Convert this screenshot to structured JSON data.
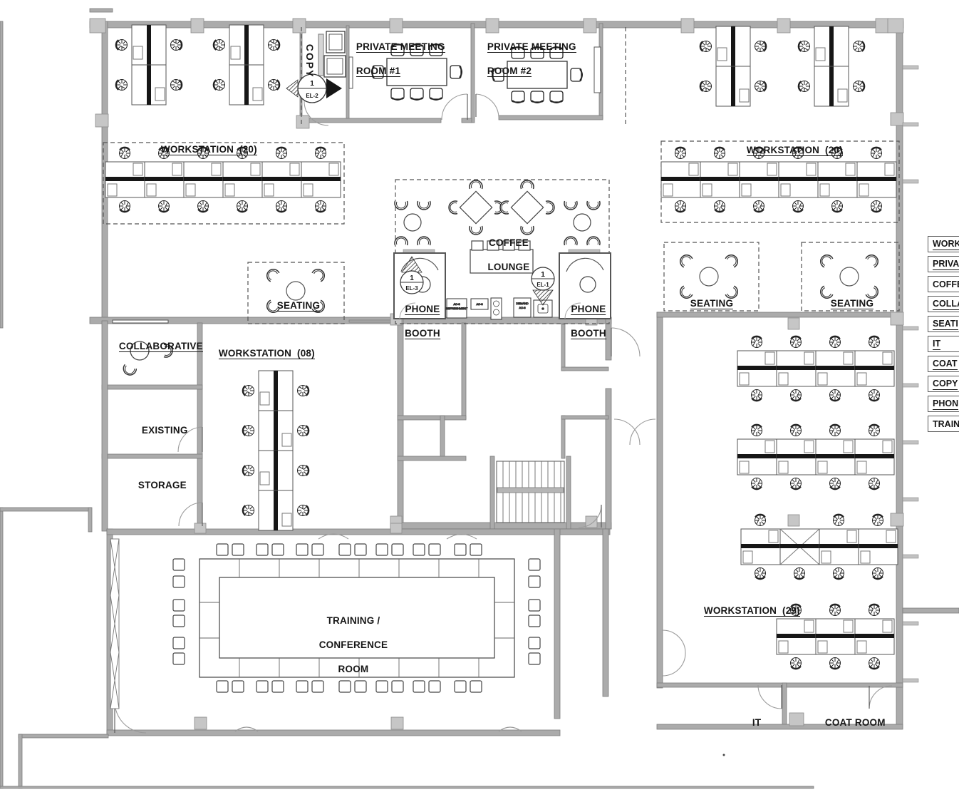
{
  "rooms": {
    "private_meeting_1": {
      "line1": "PRIVATE MEETING",
      "line2": "ROOM #1"
    },
    "private_meeting_2": {
      "line1": "PRIVATE MEETING",
      "line2": "ROOM #2"
    },
    "copy": "COPY",
    "workstation_left": "WORKSTATION  (20)",
    "workstation_right": "WORKSTATION  (20)",
    "workstation_08": "WORKSTATION  (08)",
    "workstation_29": "WORKSTATION  (29)",
    "coffee_lounge": {
      "line1": "COFFEE",
      "line2": "LOUNGE"
    },
    "seating_center": "SEATING",
    "seating_right_1": "SEATING",
    "seating_right_2": "SEATING",
    "phone_booth_left": {
      "line1": "PHONE",
      "line2": "BOOTH"
    },
    "phone_booth_right": {
      "line1": "PHONE",
      "line2": "BOOTH"
    },
    "collaborative": "COLLABORATIVE",
    "existing": "EXISTING",
    "storage": "STORAGE",
    "training": {
      "line1": "TRAINING /",
      "line2": "CONFERENCE",
      "line3": "ROOM"
    },
    "it": "IT",
    "coat": "COAT ROOM"
  },
  "markers": {
    "el2": {
      "number": "1",
      "code": "EL-2"
    },
    "el3": {
      "number": "1",
      "code": "EL-3"
    },
    "el1": {
      "number": "1",
      "code": "EL-1"
    }
  },
  "equipment": {
    "box1_line1": "AC-3",
    "box1_line2": "REFRESHMENT",
    "box2": "AC-3",
    "box3_line1": "DEMAND",
    "box3_line2": "AC-3"
  },
  "legend": {
    "rows": [
      {
        "text": "WORK"
      },
      {
        "text": "PRIVA"
      },
      {
        "text": "COFFE"
      },
      {
        "text": "COLLA"
      },
      {
        "text": "SEATI"
      },
      {
        "text": "IT"
      },
      {
        "text": "COAT"
      },
      {
        "text": "COPY"
      },
      {
        "text": "PHON"
      },
      {
        "text": "TRAIN"
      }
    ]
  },
  "colors": {
    "wall": "#ababab",
    "column": "#c6c6c6",
    "line": "#1c1c1c"
  }
}
